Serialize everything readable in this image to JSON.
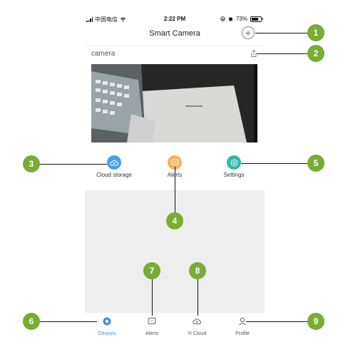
{
  "status_bar": {
    "carrier": "中国电信",
    "time": "2:22 PM",
    "battery": "73%"
  },
  "header": {
    "title": "Smart Camera"
  },
  "device": {
    "name": "camera"
  },
  "features": [
    {
      "label": "Cloud storage",
      "icon": "cloud-icon",
      "color": "#4a9fe0"
    },
    {
      "label": "Alerts",
      "icon": "alert-message-icon",
      "color": "#f3b25a"
    },
    {
      "label": "Settings",
      "icon": "gear-icon",
      "color": "#33b8a8"
    }
  ],
  "tabs": [
    {
      "label": "Devices",
      "icon": "device-icon",
      "active": true
    },
    {
      "label": "Alerts",
      "icon": "message-icon",
      "active": false
    },
    {
      "label": "Yi Cloud",
      "icon": "cloud-icon",
      "active": false
    },
    {
      "label": "Profile",
      "icon": "person-icon",
      "active": false
    }
  ],
  "callouts": [
    "1",
    "2",
    "3",
    "4",
    "5",
    "6",
    "7",
    "8",
    "9"
  ],
  "colors": {
    "accent": "#3b8ee8",
    "badge": "#7aab34"
  }
}
